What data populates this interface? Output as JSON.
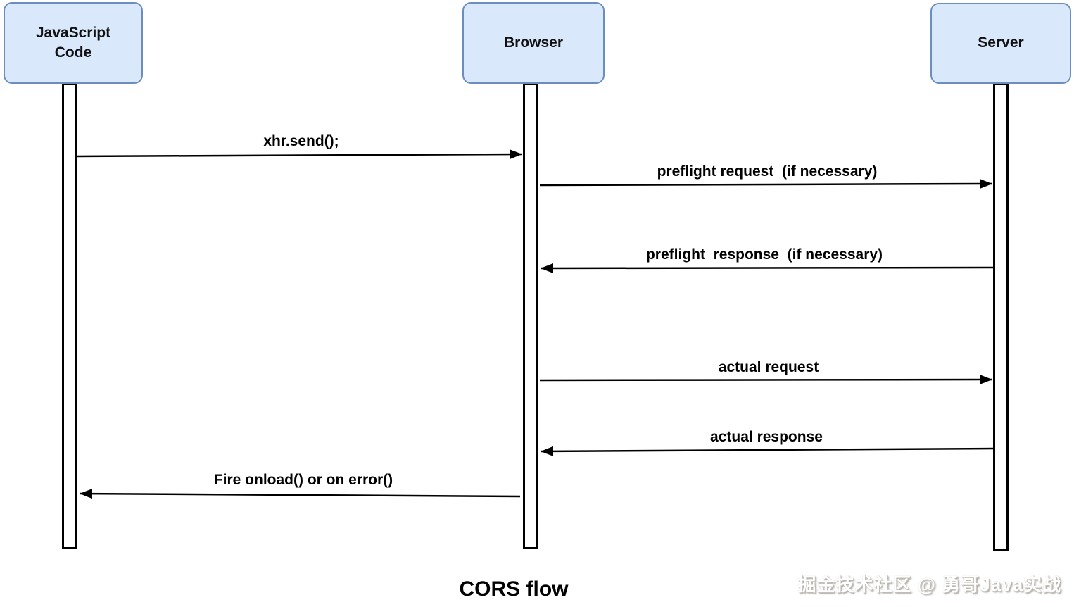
{
  "diagram": {
    "title": "CORS flow",
    "watermark": "掘金技术社区 @ 勇哥Java实战",
    "colors": {
      "actor_fill": "#dae8fc",
      "actor_border": "#6c8ebf",
      "line_color": "#000000"
    },
    "actors": [
      {
        "id": "javascript-code",
        "label": "JavaScript Code"
      },
      {
        "id": "browser",
        "label": "Browser"
      },
      {
        "id": "server",
        "label": "Server"
      }
    ],
    "messages": [
      {
        "label": "xhr.send();",
        "from": "JavaScript Code",
        "to": "Browser"
      },
      {
        "label": "preflight request  (if necessary)",
        "from": "Browser",
        "to": "Server"
      },
      {
        "label": "preflight  response  (if necessary)",
        "from": "Server",
        "to": "Browser"
      },
      {
        "label": "actual request",
        "from": "Browser",
        "to": "Server"
      },
      {
        "label": "actual response",
        "from": "Server",
        "to": "Browser"
      },
      {
        "label": "Fire onload() or on error()",
        "from": "Browser",
        "to": "JavaScript Code"
      }
    ]
  }
}
